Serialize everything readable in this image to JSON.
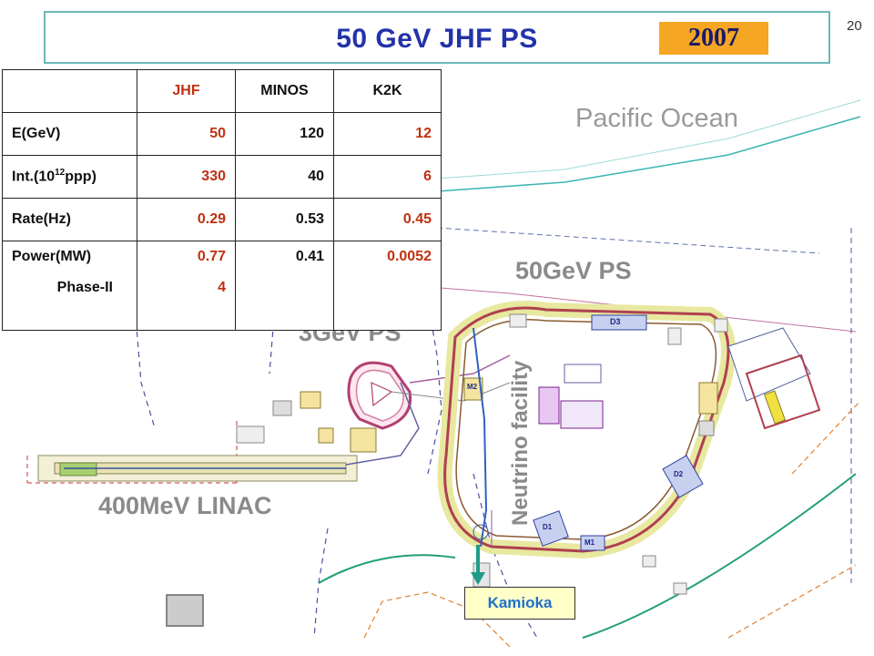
{
  "title": "50 GeV JHF PS",
  "year": "2007",
  "page_number": "20",
  "map_labels": {
    "ocean": "Pacific Ocean",
    "main_ring": "50GeV PS",
    "booster": "3GeV PS",
    "linac": "400MeV LINAC",
    "neutrino": "Neutrino facility",
    "kamioka": "Kamioka"
  },
  "building_labels": {
    "d1": "D1",
    "d2": "D2",
    "d3": "D3",
    "m1": "M1",
    "m2": "M2"
  },
  "table": {
    "headers": [
      "",
      "JHF",
      "MINOS",
      "K2K"
    ],
    "rows": [
      {
        "label": "E(GeV)",
        "jhf": "50",
        "minos": "120",
        "k2k": "12"
      },
      {
        "label_main": "Int.(10",
        "label_sup": "12",
        "label_tail": "ppp)",
        "jhf": "330",
        "minos": "40",
        "k2k": "6"
      },
      {
        "label": "Rate(Hz)",
        "jhf": "0.29",
        "minos": "0.53",
        "k2k": "0.45"
      },
      {
        "label": "Power(MW)",
        "label_sub": "Phase-II",
        "jhf": "0.77",
        "jhf_wrap": "4",
        "minos": "0.41",
        "k2k": "0.0052"
      }
    ]
  },
  "colors": {
    "title": "#2233aa",
    "year_badge": "#f5a623",
    "highlight_value": "#c03010",
    "kamioka_text": "#1e6fd0",
    "coastline": "#39b5b0",
    "arrow": "#1e9c88"
  },
  "icons": {
    "arrow": "arrow-down-icon"
  }
}
